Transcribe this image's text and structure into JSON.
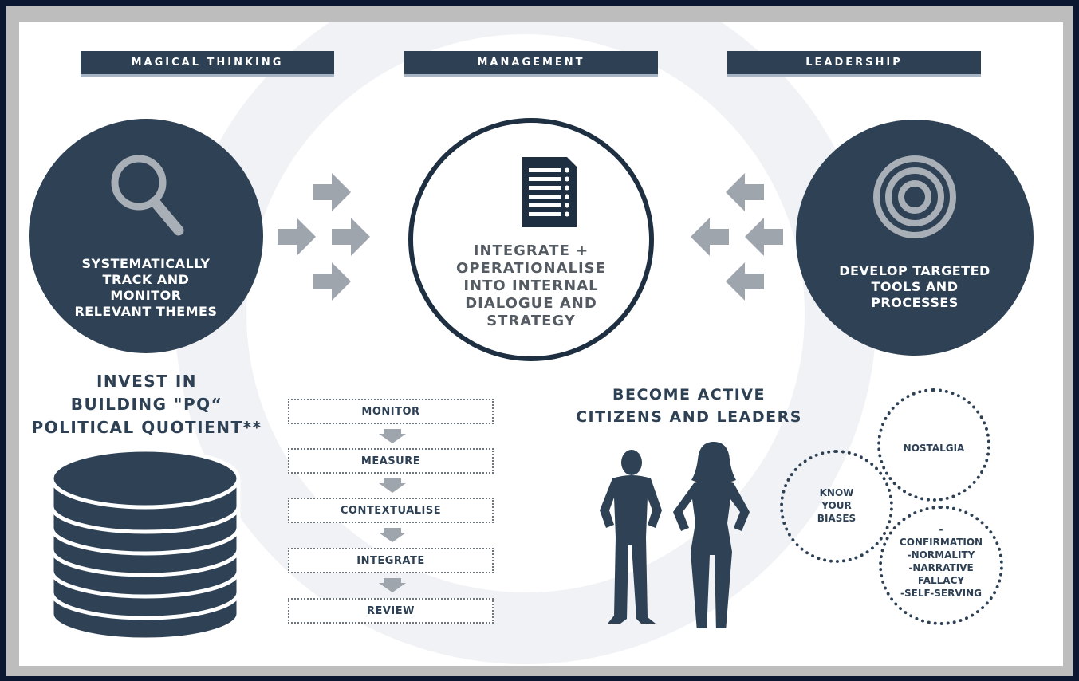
{
  "headers": {
    "left": "MAGICAL THINKING",
    "middle": "MANAGEMENT",
    "right": "LEADERSHIP"
  },
  "circles": {
    "left_text": [
      "SYSTEMATICALLY",
      "TRACK AND",
      "MONITOR",
      "RELEVANT THEMES"
    ],
    "center_text": [
      "INTEGRATE +",
      "OPERATIONALISE",
      "INTO INTERNAL",
      "DIALOGUE AND",
      "STRATEGY"
    ],
    "right_text": [
      "DEVELOP TARGETED",
      "TOOLS AND",
      "PROCESSES"
    ]
  },
  "pq_title": [
    "INVEST IN",
    "BUILDING \"PQ“",
    "POLITICAL QUOTIENT**"
  ],
  "steps": [
    "MONITOR",
    "MEASURE",
    "CONTEXTUALISE",
    "INTEGRATE",
    "REVIEW"
  ],
  "citizens_title": [
    "BECOME ACTIVE",
    "CITIZENS AND LEADERS"
  ],
  "bias_circles": {
    "nostalgia": "NOSTALGIA",
    "know": [
      "KNOW",
      "YOUR",
      "BIASES"
    ],
    "list": [
      "-",
      "CONFIRMATION",
      "-NORMALITY",
      "-NARRATIVE",
      "FALLACY",
      "-SELF-SERVING"
    ]
  },
  "icons": [
    "magnifier-icon",
    "document-list-icon",
    "target-icon",
    "database-icon",
    "people-icon"
  ],
  "colors": {
    "navy": "#2f4155",
    "dark_navy": "#1e2f42",
    "arrow_gray": "#9ea5ad",
    "frame": "#0b1730"
  }
}
